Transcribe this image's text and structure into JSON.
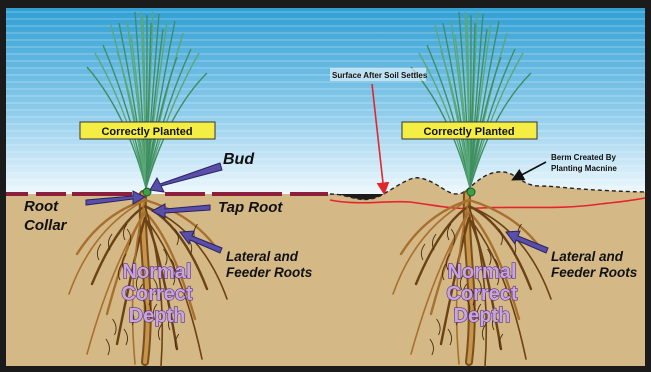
{
  "left_panel": {
    "sign": "Correctly Planted",
    "bud": "Bud",
    "root_collar_line1": "Root",
    "root_collar_line2": "Collar",
    "tap_root": "Tap Root",
    "lateral_line1": "Lateral and",
    "lateral_line2": "Feeder Roots",
    "depth_line1": "Normal",
    "depth_line2": "Correct",
    "depth_line3": "Depth"
  },
  "right_panel": {
    "sign": "Correctly Planted",
    "surface_label": "Surface After Soil Settles",
    "berm_line1": "Berm Created By",
    "berm_line2": "Planting Macnine",
    "lateral_line1": "Lateral and",
    "lateral_line2": "Feeder Roots",
    "depth_line1": "Normal",
    "depth_line2": "Correct",
    "depth_line3": "Depth"
  },
  "colors": {
    "sky_top": "#2f9fd4",
    "sky_bottom": "#e6f4fb",
    "soil": "#d4b886",
    "surface_line": "#8b1f3c",
    "settle_line": "#e3262e",
    "arrow": "#5a4fa8",
    "sign_fill": "#f4ee44",
    "grass": "#5aa878",
    "root": "#9a6a30",
    "border": "#1b1b1b"
  }
}
